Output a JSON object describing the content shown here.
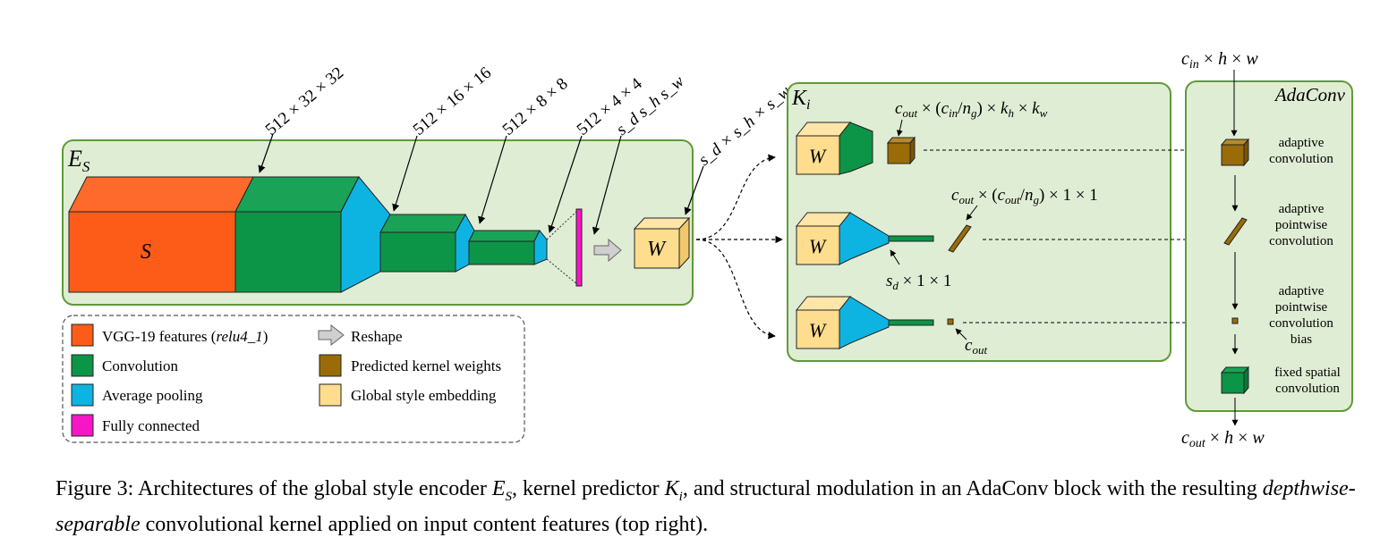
{
  "encoder": {
    "title": "E_S",
    "input_label": "S",
    "dims": [
      "512 × 32 × 32",
      "512 × 16 × 16",
      "512 × 8 × 8",
      "512 × 4 × 4",
      "s_d s_h s_w",
      "s_d × s_h × s_w"
    ],
    "embedding_label": "W"
  },
  "legend": {
    "items": [
      {
        "label": "VGG-19 features (relu4_1)",
        "color": "#fd5c18"
      },
      {
        "label": "Convolution",
        "color": "#0c9447"
      },
      {
        "label": "Average pooling",
        "color": "#0db4e2"
      },
      {
        "label": "Fully connected",
        "color": "#f715c6"
      },
      {
        "label": "Reshape",
        "color": "#cfcfcf"
      },
      {
        "label": "Predicted kernel weights",
        "color": "#9a6c07"
      },
      {
        "label": "Global style embedding",
        "color": "#fedd8e"
      }
    ]
  },
  "predictor": {
    "title": "K_i",
    "branch1_label": "c_out × (c_in/n_g) × k_h × k_w",
    "branch2_label": "c_out × (c_out/n_g) × 1 × 1",
    "branch2_sub": "s_d × 1 × 1",
    "branch3_label": "c_out",
    "embedding_label": "W"
  },
  "adaconv": {
    "title": "AdaConv",
    "input": "c_in × h × w",
    "output": "c_out × h × w",
    "steps": [
      "adaptive convolution",
      "adaptive pointwise convolution",
      "adaptive pointwise convolution bias",
      "fixed spatial convolution"
    ]
  },
  "caption": {
    "prefix": "Figure 3: Architectures of the global style encoder",
    "es": "E",
    "es_sub": "S",
    "mid1": ", kernel predictor",
    "ki": "K",
    "ki_sub": "i",
    "mid2": ", and structural modulation in an AdaConv block with the resulting",
    "emph": "depthwise-separable",
    "suffix": "convolutional kernel applied on input content features (top right)."
  },
  "colors": {
    "panel_fill": "#e0edd5",
    "panel_border": "#5f9a37",
    "orange": "#fd5c18",
    "green": "#0c9447",
    "cyan": "#0db4e2",
    "magenta": "#f715c6",
    "brown": "#9a6c07",
    "beige": "#fedd8e"
  }
}
